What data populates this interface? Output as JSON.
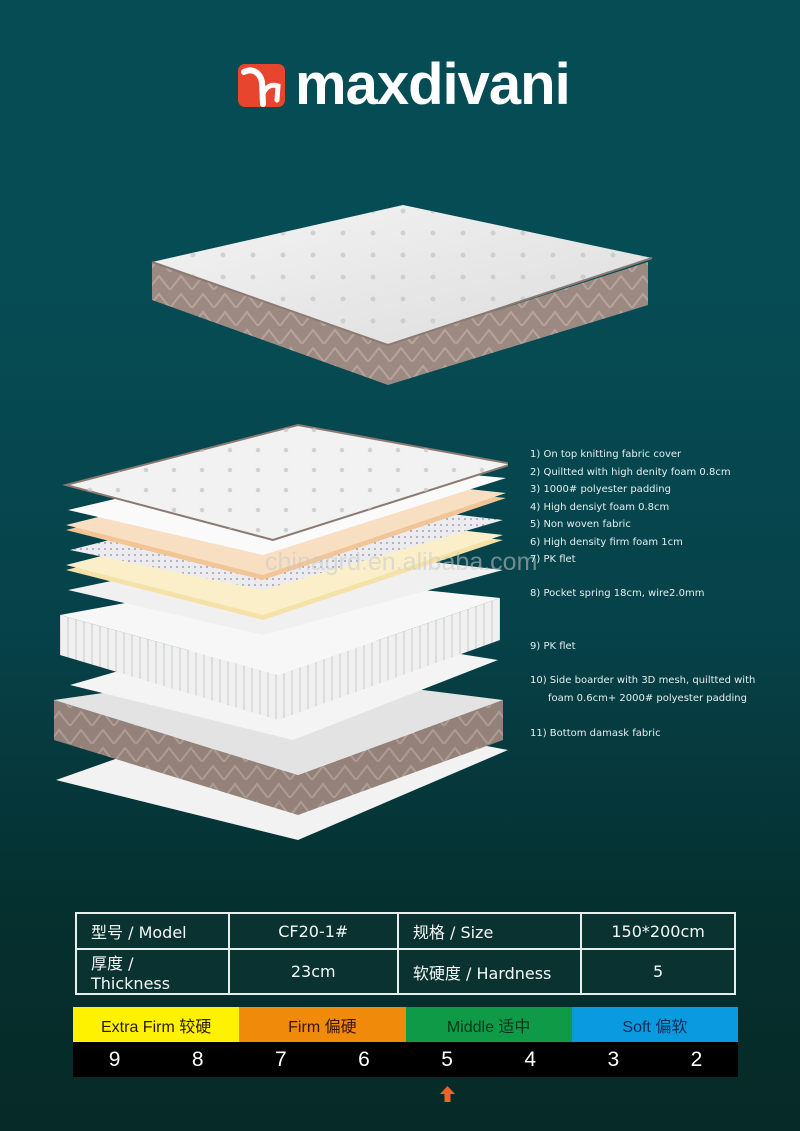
{
  "brand": {
    "name": "maxdivani",
    "mark_color": "#e8452e"
  },
  "watermark": "chinagrd.en.alibaba.com",
  "layers": [
    "1) On top knitting fabric cover",
    "2) Quiltted with high denity foam 0.8cm",
    "3) 1000# polyester padding",
    "4) High densiyt foam 0.8cm",
    "5) Non woven fabric",
    "6) High density firm foam 1cm",
    "7) PK flet",
    "8) Pocket spring 18cm, wire2.0mm",
    "9) PK flet",
    "10) Side boarder with 3D mesh, quiltted with",
    "foam 0.6cm+ 2000# polyester padding",
    "11) Bottom damask fabric"
  ],
  "specs": {
    "rows": [
      {
        "label1": "型号 / Model",
        "value1": "CF20-1#",
        "label2": "规格 / Size",
        "value2": "150*200cm"
      },
      {
        "label1": "厚度 / Thickness",
        "value1": "23cm",
        "label2": "软硬度 / Hardness",
        "value2": "5"
      }
    ]
  },
  "hardness_scale": {
    "bands": [
      {
        "label": "Extra Firm  较硬",
        "color": "#fff200",
        "text_color": "#2a1c00"
      },
      {
        "label": "Firm  偏硬",
        "color": "#f08a0a",
        "text_color": "#3a1600"
      },
      {
        "label": "Middle  适中",
        "color": "#0f9a48",
        "text_color": "#06351b"
      },
      {
        "label": "Soft  偏软",
        "color": "#0a9ae0",
        "text_color": "#0a2c55"
      }
    ],
    "numbers": [
      "9",
      "8",
      "7",
      "6",
      "5",
      "4",
      "3",
      "2"
    ],
    "selected": "5",
    "indicator_color": "#f0622a"
  }
}
